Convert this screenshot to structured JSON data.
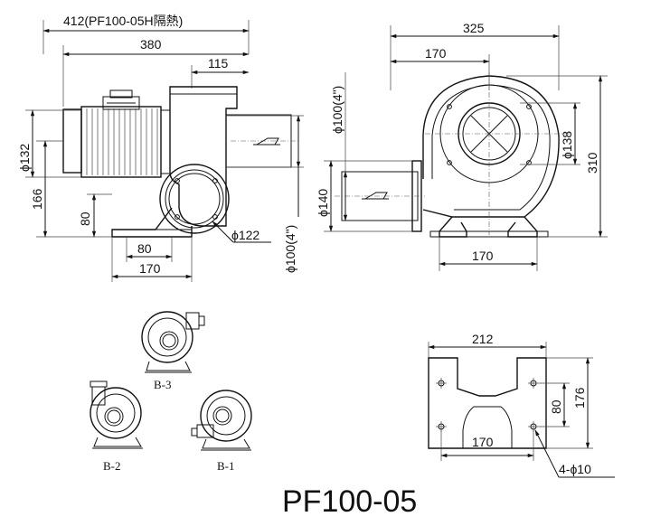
{
  "model": "PF100-05",
  "side_view": {
    "dim_overall_top": "412(PF100-05H隔熱)",
    "dim_length": "380",
    "dim_outlet_offset": "115",
    "dim_motor_dia": "ϕ132",
    "dim_height": "166",
    "dim_base_height": "80",
    "dim_base_span": "80",
    "dim_base_width": "170",
    "dim_inlet_dia": "ϕ122",
    "dim_inlet_pipe": "ϕ100(4\")"
  },
  "front_view": {
    "dim_width": "325",
    "dim_outlet_pos": "170",
    "dim_outlet_pipe": "ϕ100(4\")",
    "dim_flange_dia": "ϕ140",
    "dim_impeller_dia": "ϕ138",
    "dim_total_height": "310",
    "dim_base_width": "170"
  },
  "orientations": {
    "b3": "B-3",
    "b2": "B-2",
    "b1": "B-1"
  },
  "base_plate": {
    "dim_width": "212",
    "dim_depth": "176",
    "dim_inner": "80",
    "dim_hole_span": "170",
    "dim_holes": "4-ϕ10"
  }
}
